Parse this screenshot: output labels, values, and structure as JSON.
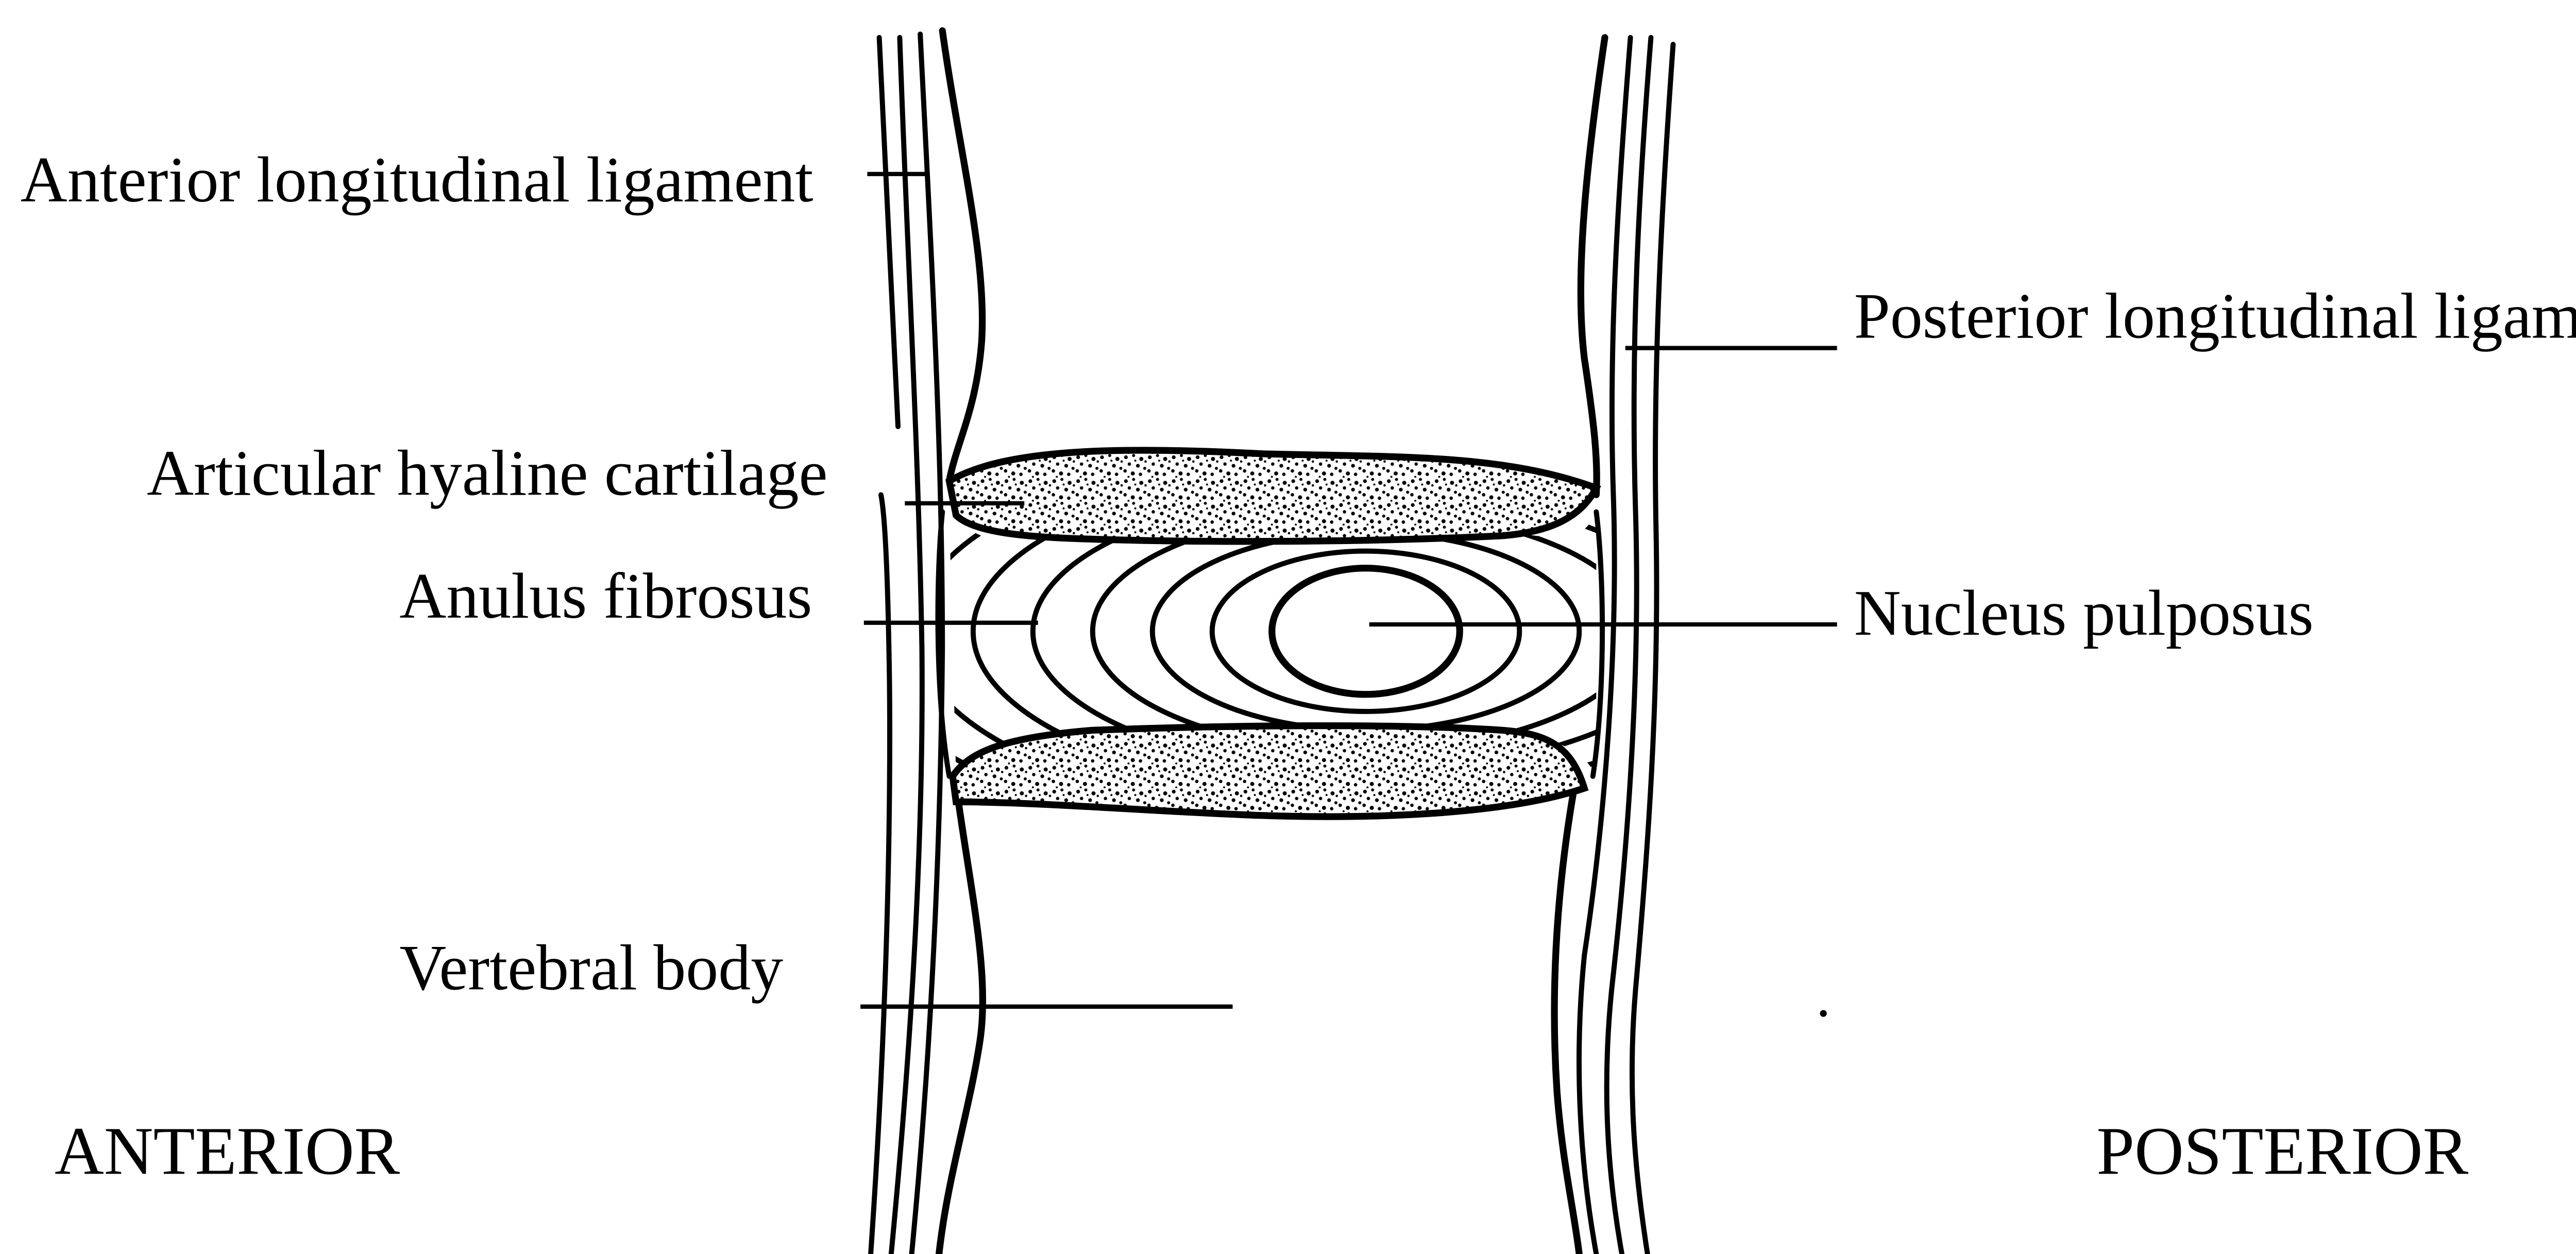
{
  "labels": {
    "anterior_longitudinal_ligament": "Anterior longitudinal ligament",
    "posterior_longitudinal_ligament": "Posterior longitudinal ligament",
    "articular_hyaline_cartilage": "Articular hyaline cartilage",
    "anulus_fibrosus": "Anulus fibrosus",
    "nucleus_pulposus": "Nucleus pulposus",
    "vertebral_body": "Vertebral body",
    "anterior": "ANTERIOR",
    "posterior": "POSTERIOR"
  },
  "colors": {
    "ink": "#000000",
    "background": "#ffffff"
  }
}
